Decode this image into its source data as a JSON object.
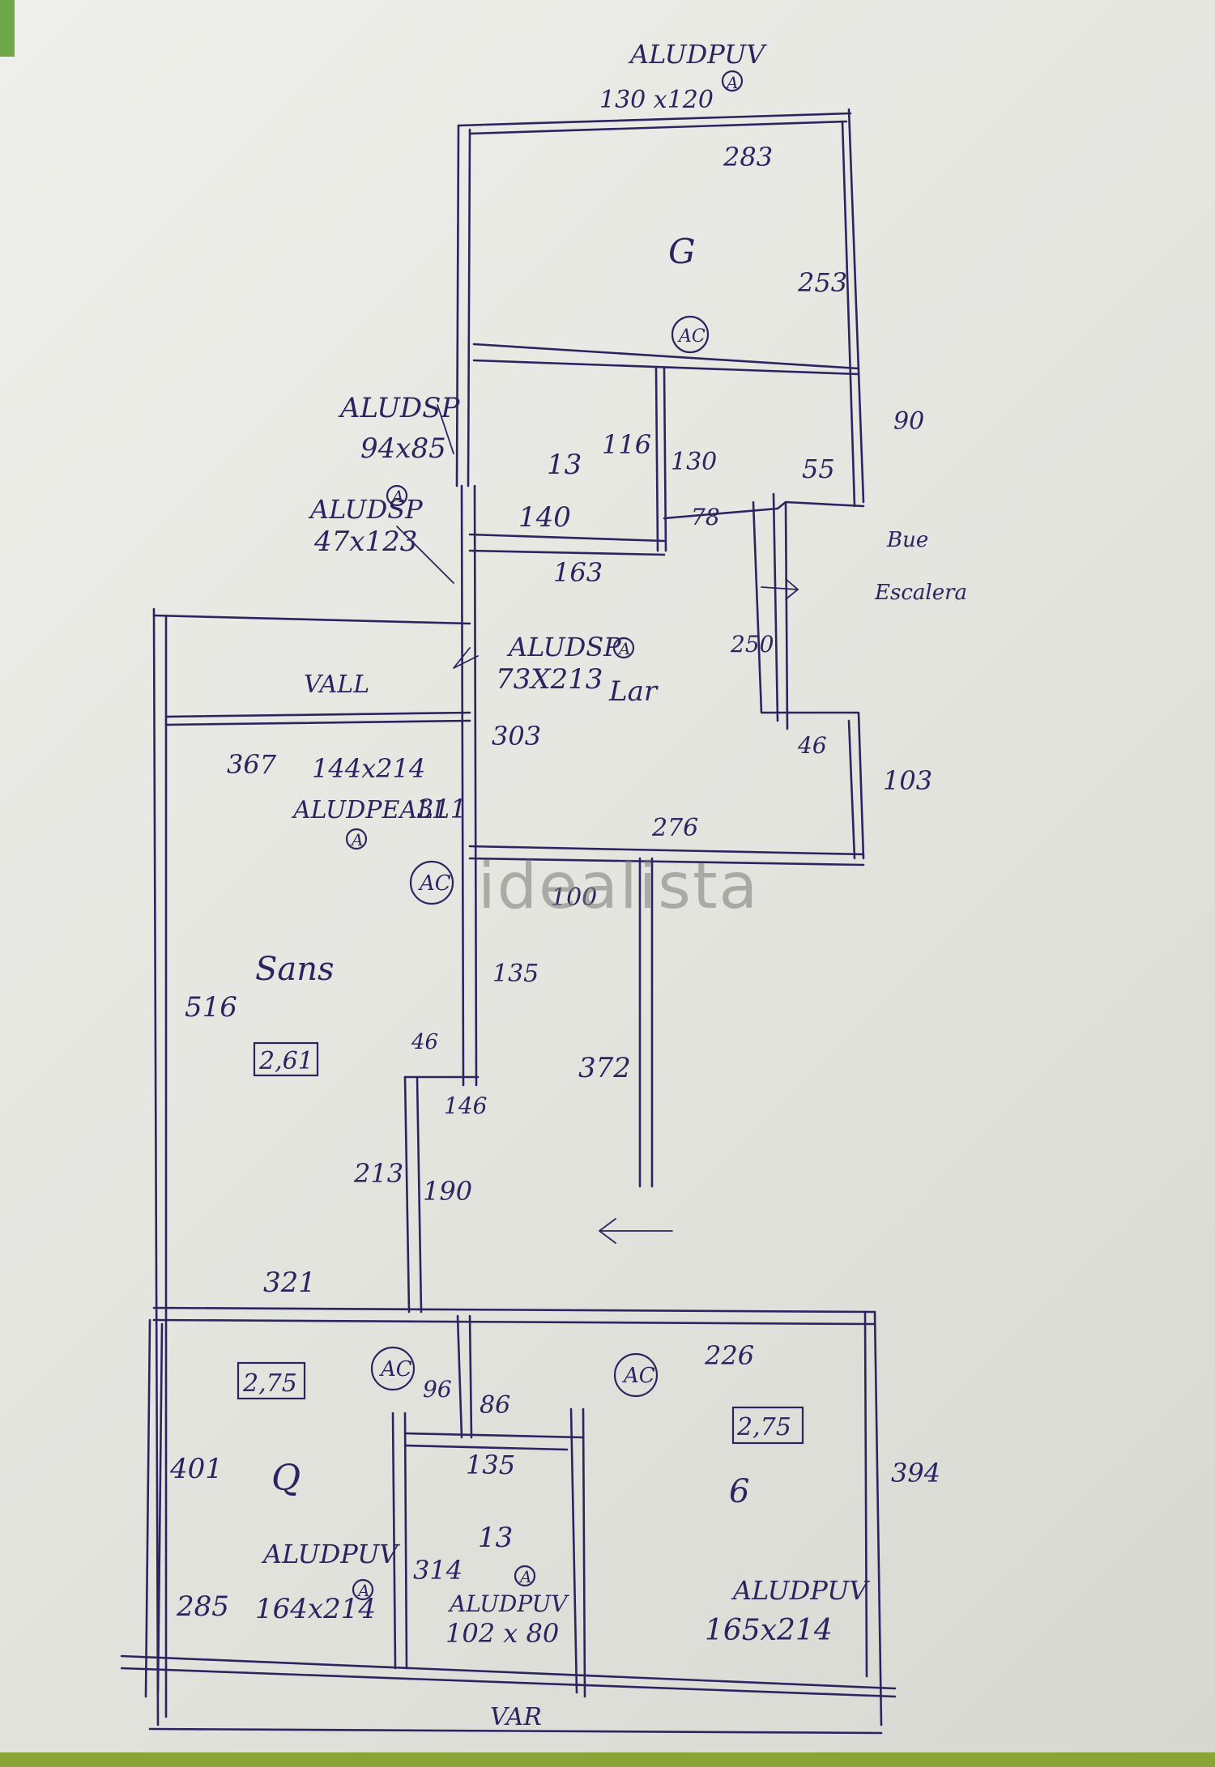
{
  "watermark": "idealista",
  "rooms": {
    "top_room": "G",
    "top_small": "13",
    "living": "Sans",
    "left_bed": "Q",
    "mid_bath": "13",
    "right_bed": "6",
    "entry_label": "Lar"
  },
  "heights": {
    "living": "2,61",
    "left_bed": "2,75",
    "right_bed": "2,75"
  },
  "ac_marks": [
    "AC",
    "AC",
    "AC",
    "AC"
  ],
  "windows": {
    "top": {
      "name": "ALUDPUV",
      "size": "130 x120",
      "mark": "A"
    },
    "left1": {
      "name": "ALUDSP",
      "size": "94x85"
    },
    "left2": {
      "name": "ALUDSP",
      "size": "47x123",
      "mark": "A"
    },
    "door": {
      "name": "ALUDSP",
      "size": "73X213",
      "mark": "A"
    },
    "balcony": {
      "name": "ALUDPEALL",
      "size": "144x214",
      "mark": "A"
    },
    "bed_left": {
      "name": "ALUDPUV",
      "size": "164x214",
      "mark": "A"
    },
    "bath": {
      "name": "ALUDPUV",
      "size": "102 x 80",
      "mark": "A"
    },
    "bed_right": {
      "name": "ALUDPUV",
      "size": "165x214"
    }
  },
  "labels": {
    "terrace_top": "VALL",
    "terrace_bottom": "VAR",
    "side_note1": "Bue",
    "side_note2": "Escalera"
  },
  "dims": {
    "d283": "283",
    "d253": "253",
    "d116": "116",
    "d130": "130",
    "d90": "90",
    "d140": "140",
    "d163": "163",
    "d78": "78",
    "d55": "55",
    "d250": "250",
    "d303": "303",
    "d46a": "46",
    "d103": "103",
    "d276": "276",
    "d367": "367",
    "d311": "311",
    "d100": "100",
    "d135": "135",
    "d516": "516",
    "d46b": "46",
    "d146": "146",
    "d372": "372",
    "d213": "213",
    "d190": "190",
    "d321": "321",
    "d226": "226",
    "d96": "96",
    "d86": "86",
    "d401": "401",
    "d135b": "135",
    "d394": "394",
    "d285": "285",
    "d314": "314"
  }
}
